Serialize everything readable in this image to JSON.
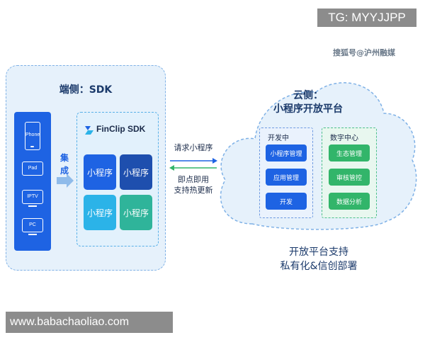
{
  "tag_label": "TG: MYYJJPP",
  "source_note": "搜狐号@沪州融媒",
  "sdk_side": {
    "title": "端侧：SDK",
    "devices": [
      "Phone",
      "Pad",
      "IPTV",
      "PC"
    ],
    "integrate_label": "集成",
    "finclip_title": "FinClip SDK",
    "mini_programs": [
      "小程序",
      "小程序",
      "小程序",
      "小程序"
    ]
  },
  "middle": {
    "request_label": "请求小程序",
    "response_line1": "即点即用",
    "response_line2": "支持热更新"
  },
  "cloud_side": {
    "title_line1": "云侧：",
    "title_line2": "小程序开放平台",
    "dev_center": {
      "label": "开发中",
      "items": [
        "小程序管理",
        "应用管理",
        "开发"
      ]
    },
    "data_center": {
      "label": "数字中心",
      "items": [
        "生态管理",
        "审核管控",
        "数据分析"
      ]
    }
  },
  "bottom_text": {
    "line1": "开放平台支持",
    "line2": "私有化&信创部署"
  },
  "site_label": "www.babachaoliao.com",
  "colors": {
    "primary_blue": "#1e63e3",
    "light_panel": "#e6f1fb",
    "green": "#32b56a",
    "teal": "#2fb49a"
  }
}
